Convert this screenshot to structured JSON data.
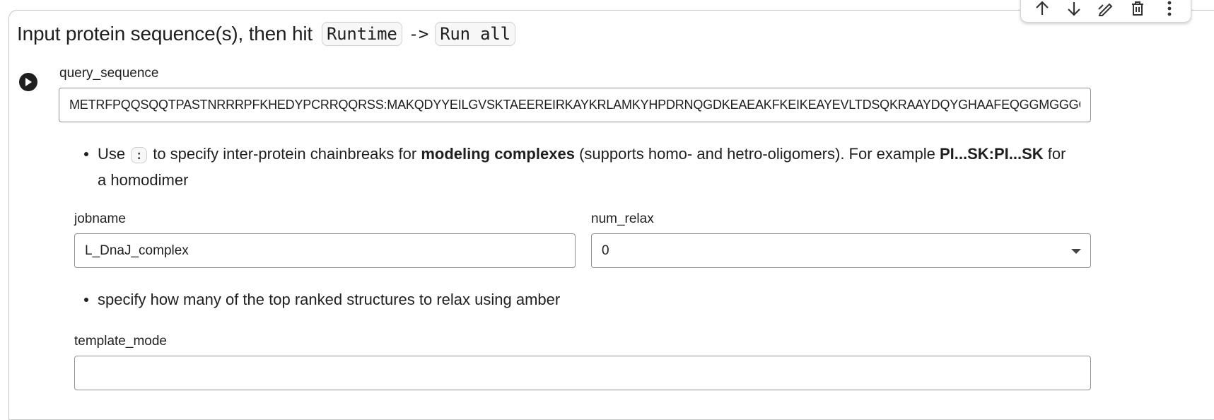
{
  "title": {
    "prefix": "Input protein sequence(s), then hit",
    "code1": "Runtime",
    "arrow": "->",
    "code2": "Run all"
  },
  "query_sequence": {
    "label": "query_sequence",
    "value": "METRFPQQSQQTPASTNRRRPFKHEDYPCRRQQRSS:MAKQDYYEILGVSKTAEEREIRKAYKRLAMKYHPDRNQGDKEAEAKFKEIKEAYEVLTDSQKRAAYDQYGHAAFEQGGMGGGG"
  },
  "help1": {
    "use": "Use",
    "colon": ":",
    "middle": "to specify inter-protein chainbreaks for",
    "bold1": "modeling complexes",
    "after": "(supports homo- and hetro-oligomers). For example",
    "bold2": "PI...SK:PI...SK",
    "for": "for",
    "line2": "a homodimer"
  },
  "jobname": {
    "label": "jobname",
    "value": "L_DnaJ_complex"
  },
  "num_relax": {
    "label": "num_relax",
    "value": "0"
  },
  "help2": "specify how many of the top ranked structures to relax using amber",
  "template_mode": {
    "label": "template_mode"
  },
  "toolbar": {
    "icons": [
      "arrow-up-icon",
      "arrow-down-icon",
      "edit-icon",
      "delete-icon",
      "more-vert-icon"
    ]
  }
}
